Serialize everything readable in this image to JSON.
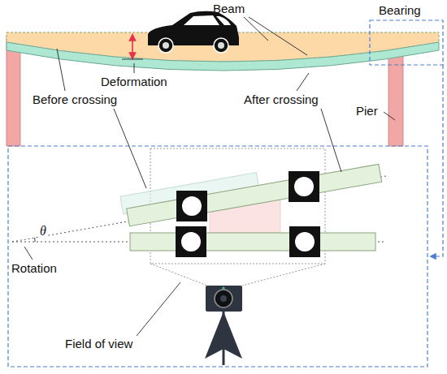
{
  "diagram": {
    "labels": [
      "Beam",
      "Bearing",
      "Deformation",
      "Before crossing",
      "After crossing",
      "Pier",
      "θ",
      "Rotation",
      "Field of view"
    ]
  }
}
